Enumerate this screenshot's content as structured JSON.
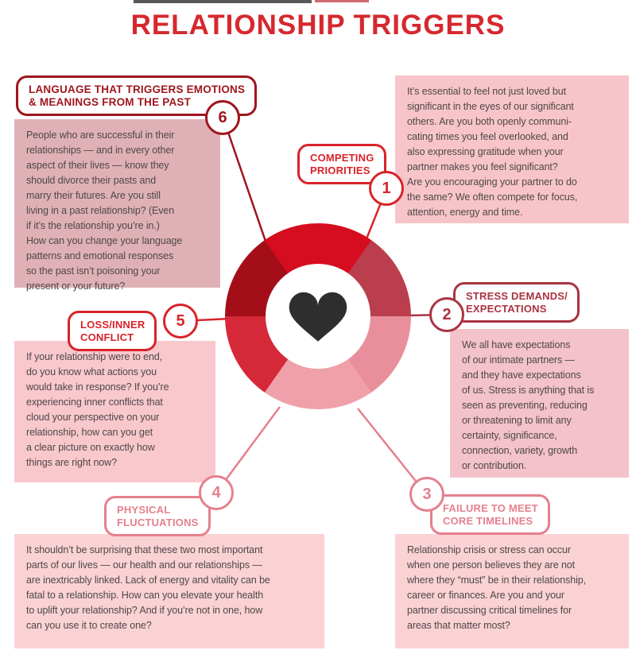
{
  "title": "RELATIONSHIP TRIGGERS",
  "title_color": "#d6282e",
  "text_color": "#4e4749",
  "heart": {
    "icon": "heart-icon",
    "color": "#2f2e2e"
  },
  "wheel": {
    "segments": [
      {
        "trigger": "1",
        "from": -35,
        "to": 35,
        "color": "#d60d1e"
      },
      {
        "trigger": "2",
        "from": 35,
        "to": 90,
        "color": "#bb3e4f"
      },
      {
        "trigger": "3",
        "from": 90,
        "to": 145,
        "color": "#e98f9b"
      },
      {
        "trigger": "4",
        "from": 145,
        "to": 215,
        "color": "#efa0a9"
      },
      {
        "trigger": "5",
        "from": 215,
        "to": 270,
        "color": "#d5293a"
      },
      {
        "trigger": "6",
        "from": 270,
        "to": 325,
        "color": "#a40e19"
      }
    ]
  },
  "triggers": [
    {
      "number": "1",
      "label": "COMPETING\nPRIORITIES",
      "accent": "#d8232a",
      "box_bg": "#f7c5c9",
      "text": "It’s essential to feel not just loved but\nsignificant in the eyes of our significant\nothers. Are you both openly communi-\ncating times you feel overlooked, and\nalso expressing gratitude when your\npartner makes you feel significant?\nAre you encouraging your partner to do\nthe same? We often compete for focus,\nattention, energy and time."
    },
    {
      "number": "2",
      "label": "STRESS DEMANDS/\nEXPECTATIONS",
      "accent": "#a93442",
      "box_bg": "#f3c2ca",
      "text": "We all have expectations\nof our intimate partners —\nand they have expectations\nof us. Stress is anything that is\nseen as preventing, reducing\nor threatening to limit any\ncertainty, significance,\nconnection, variety, growth\nor contribution."
    },
    {
      "number": "3",
      "label": "FAILURE TO MEET\nCORE TIMELINES",
      "accent": "#e5808d",
      "box_bg": "#fad2d4",
      "text": "Relationship crisis or stress can occur\nwhen one person believes they are not\nwhere they “must” be in their relationship,\ncareer or finances. Are you and your\npartner discussing critical timelines for\nareas that matter most?"
    },
    {
      "number": "4",
      "label": "PHYSICAL\nFLUCTUATIONS",
      "accent": "#e5808d",
      "box_bg": "#fad2d4",
      "text": "It shouldn’t be surprising that these two most important\nparts of our lives — our health and our relationships —\nare inextricably linked. Lack of energy and vitality can be\nfatal to a relationship. How can you elevate your health\nto uplift your relationship? And if you’re not in one, how\ncan you use it to create one?"
    },
    {
      "number": "5",
      "label": "LOSS/INNER\nCONFLICT",
      "accent": "#d8232a",
      "box_bg": "#f8c8cd",
      "text": "If your relationship were to end,\ndo you know what actions you\nwould take in response? If you’re\nexperiencing inner conflicts that\ncloud your perspective on your\nrelationship, how can you get\na clear picture on exactly how\nthings are right now?"
    },
    {
      "number": "6",
      "label": "LANGUAGE THAT TRIGGERS EMOTIONS\n& MEANINGS FROM THE PAST",
      "accent": "#9e151d",
      "box_bg": "#dfb1b6",
      "text": "People who are successful in their\nrelationships — and in every other\naspect of their lives — know they\nshould divorce their pasts and\nmarry their futures. Are you still\nliving in a past relationship? (Even\nif it’s the relationship you’re in.)\nHow can you change your language\npatterns and emotional responses\nso the past isn’t poisoning your\npresent or your future?"
    }
  ]
}
